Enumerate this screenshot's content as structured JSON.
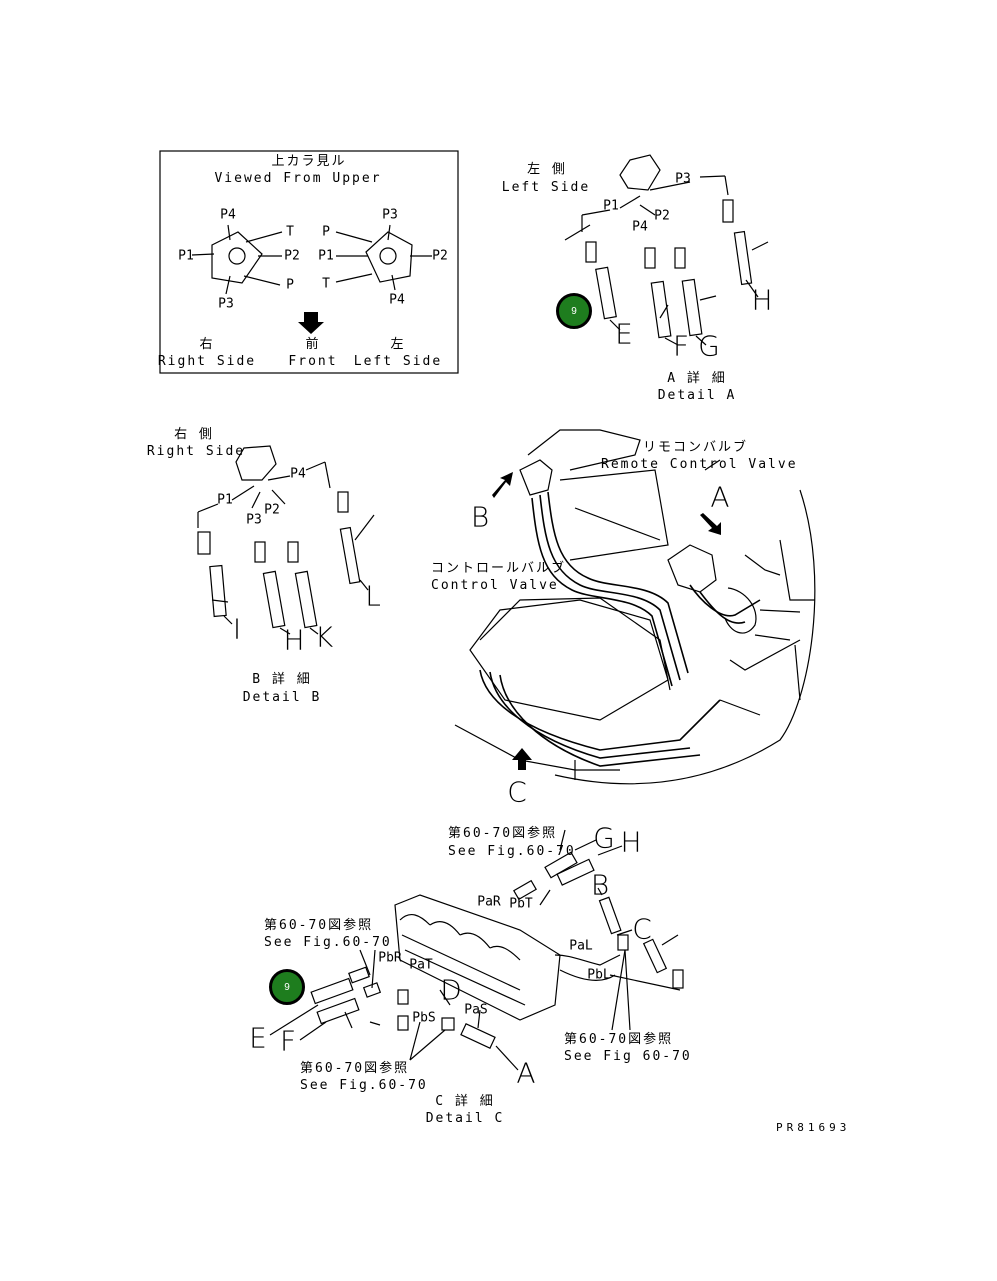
{
  "inset": {
    "title_jp": "上カラ見ル",
    "title_en": "Viewed From Upper",
    "right_jp": "右",
    "right_en": "Right Side",
    "front_jp": "前",
    "front_en": "Front",
    "left_jp": "左",
    "left_en": "Left Side",
    "right_ports": [
      "P4",
      "P2",
      "P1",
      "P3",
      "T",
      "P"
    ],
    "left_ports": [
      "P3",
      "P1",
      "P2",
      "P",
      "T",
      "P4"
    ]
  },
  "detail_a": {
    "side_jp": "左 側",
    "side_en": "Left Side",
    "caption_jp": "A 詳 細",
    "caption_en": "Detail A",
    "ports": [
      "P3",
      "P1",
      "P2",
      "P4"
    ],
    "callouts": [
      "E",
      "F",
      "G",
      "H"
    ]
  },
  "detail_b": {
    "side_jp": "右 側",
    "side_en": "Right Side",
    "caption_jp": "B 詳 細",
    "caption_en": "Detail B",
    "ports": [
      "P1",
      "P4",
      "P3",
      "P2"
    ],
    "callouts": [
      "I",
      "H",
      "K",
      "L"
    ]
  },
  "main_view": {
    "remote_jp": "リモコンバルブ",
    "remote_en": "Remote Control Valve",
    "control_jp": "コントロールバルブ",
    "control_en": "Control Valve",
    "views": [
      "A",
      "B",
      "C"
    ]
  },
  "detail_c": {
    "caption_jp": "C 詳 細",
    "caption_en": "Detail C",
    "see_jp": "第60-70図参照",
    "see_en": "See Fig.60-70",
    "see_en_alt": "See Fig 60-70",
    "ports": [
      "PaR",
      "PbT",
      "PbR",
      "PaT",
      "PaL",
      "PbL",
      "PaS",
      "PbS"
    ],
    "callouts": [
      "G",
      "H",
      "B",
      "C",
      "D",
      "A",
      "E",
      "F"
    ]
  },
  "hotspots": [
    "9",
    "9"
  ],
  "drawing_number": "PR81693",
  "colors": {
    "hotspot": "#1e7d1e",
    "line": "#000000"
  }
}
